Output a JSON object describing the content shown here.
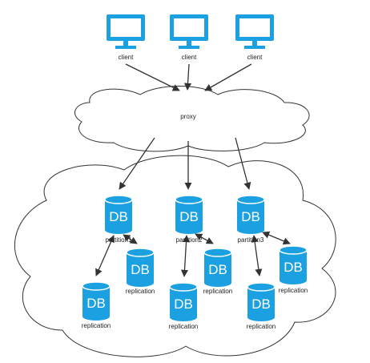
{
  "colors": {
    "accent": "#1ba1e2",
    "line": "#333333",
    "cloud_stroke": "#333333",
    "cloud_fill": "#ffffff"
  },
  "clients": [
    {
      "label": "client",
      "icon": "monitor-icon"
    },
    {
      "label": "client",
      "icon": "monitor-icon"
    },
    {
      "label": "client",
      "icon": "monitor-icon"
    }
  ],
  "proxy": {
    "label": "proxy"
  },
  "partitions": [
    {
      "db_text": "DB",
      "label": "partition1",
      "icon": "database-icon"
    },
    {
      "db_text": "DB",
      "label": "partition2",
      "icon": "database-icon"
    },
    {
      "db_text": "DB",
      "label": "partition3",
      "icon": "database-icon"
    }
  ],
  "replications": [
    {
      "db_text": "DB",
      "label": "replication",
      "icon": "database-icon"
    },
    {
      "db_text": "DB",
      "label": "replication",
      "icon": "database-icon"
    },
    {
      "db_text": "DB",
      "label": "replication",
      "icon": "database-icon"
    },
    {
      "db_text": "DB",
      "label": "replication",
      "icon": "database-icon"
    },
    {
      "db_text": "DB",
      "label": "replication",
      "icon": "database-icon"
    },
    {
      "db_text": "DB",
      "label": "replication",
      "icon": "database-icon"
    }
  ]
}
